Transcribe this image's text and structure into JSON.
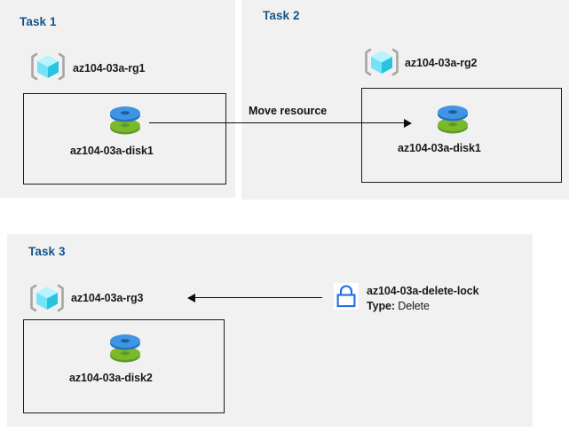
{
  "diagram": {
    "background": "#ffffff",
    "panel_background": "#f1f1f1",
    "title_color": "#15548a",
    "line_color": "#0d0d0d",
    "panels": [
      {
        "title": "Task 1",
        "resource_group": {
          "label": "az104-03a-rg1",
          "icon": "resource-group-icon"
        },
        "resource": {
          "label": "az104-03a-disk1",
          "icon": "managed-disk-icon"
        }
      },
      {
        "title": "Task 2",
        "resource_group": {
          "label": "az104-03a-rg2",
          "icon": "resource-group-icon"
        },
        "resource": {
          "label": "az104-03a-disk1",
          "icon": "managed-disk-icon"
        }
      },
      {
        "title": "Task 3",
        "resource_group": {
          "label": "az104-03a-rg3",
          "icon": "resource-group-icon"
        },
        "resource": {
          "label": "az104-03a-disk2",
          "icon": "managed-disk-icon"
        },
        "lock": {
          "label": "az104-03a-delete-lock",
          "type_key": "Type:",
          "type_value": "Delete",
          "icon": "lock-icon",
          "icon_color": "#1f6fdd"
        }
      }
    ],
    "connectors": [
      {
        "label": "Move resource",
        "direction": "right"
      },
      {
        "label": "",
        "direction": "left"
      }
    ]
  }
}
